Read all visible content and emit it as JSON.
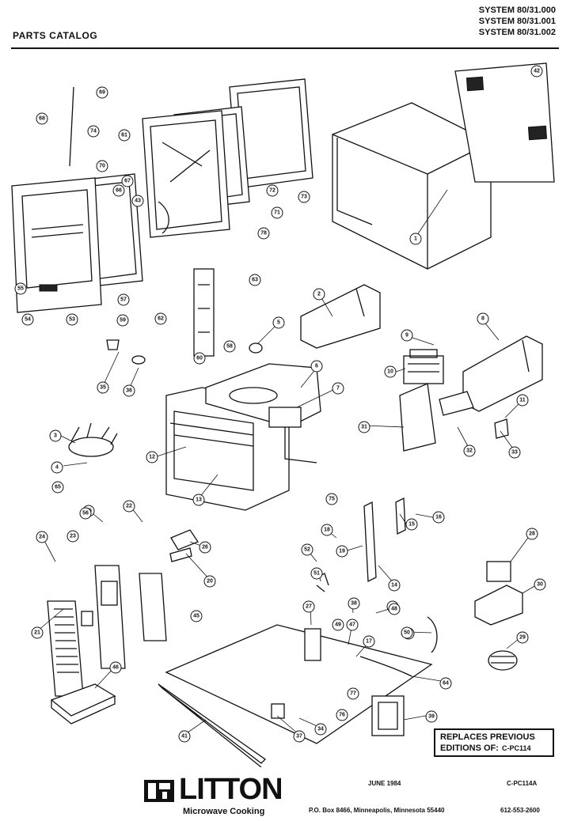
{
  "header": {
    "title": "PARTS CATALOG",
    "systems": [
      "SYSTEM 80/31.000",
      "SYSTEM 80/31.001",
      "SYSTEM 80/31.002"
    ]
  },
  "notice": {
    "line1": "REPLACES PREVIOUS",
    "line2": "EDITIONS OF:",
    "edition": "C-PC114"
  },
  "footer": {
    "date": "JUNE 1984",
    "code": "C-PC114A",
    "brand": "LITTON",
    "brand_sub": "Microwave Cooking",
    "address": "P.O. Box 8466, Minneapolis, Minnesota 55440",
    "phone": "612-553-2600"
  },
  "callouts": [
    "1",
    "2",
    "3",
    "4",
    "5",
    "6",
    "7",
    "8",
    "9",
    "10",
    "11",
    "12",
    "13",
    "14",
    "15",
    "16",
    "17",
    "18",
    "19",
    "20",
    "21",
    "22",
    "23",
    "24",
    "25",
    "26",
    "27",
    "28",
    "29",
    "30",
    "31",
    "32",
    "33",
    "34",
    "35",
    "36",
    "37",
    "38",
    "39",
    "40",
    "41",
    "42",
    "43",
    "44",
    "45",
    "46",
    "47",
    "48",
    "49",
    "50",
    "51",
    "52",
    "53",
    "54",
    "55",
    "56",
    "57",
    "58",
    "59",
    "60",
    "61",
    "62",
    "63",
    "64",
    "65",
    "66",
    "67",
    "68",
    "69",
    "70",
    "71",
    "72",
    "73",
    "74",
    "75",
    "76",
    "77",
    "78"
  ]
}
